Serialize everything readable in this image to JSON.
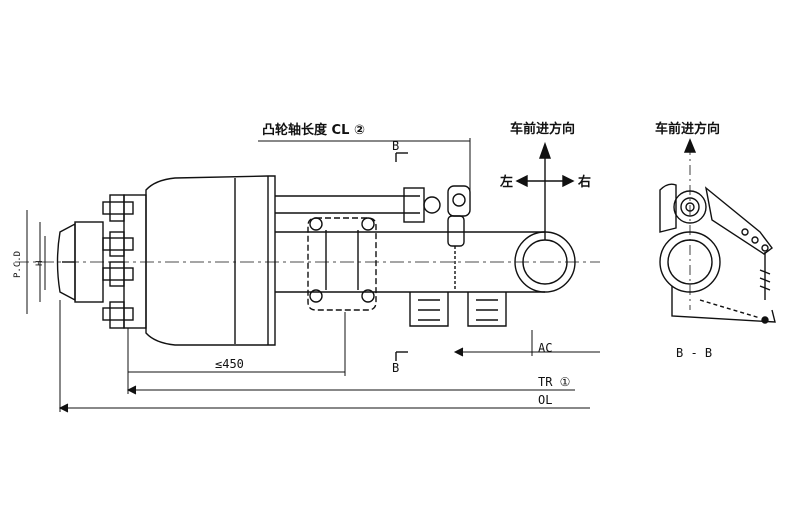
{
  "labels": {
    "camshaft_length": "凸轮轴长度 CL ②",
    "section_b_top": "B",
    "section_b_bottom": "B",
    "forward_direction_main": "车前进方向",
    "forward_direction_section": "车前进方向",
    "left": "左",
    "right": "右",
    "dim_450": "≤450",
    "ac": "AC",
    "tr": "TR ①",
    "ol": "OL",
    "section_view": "B - B",
    "pcd": "P.C.D",
    "h": "H"
  }
}
